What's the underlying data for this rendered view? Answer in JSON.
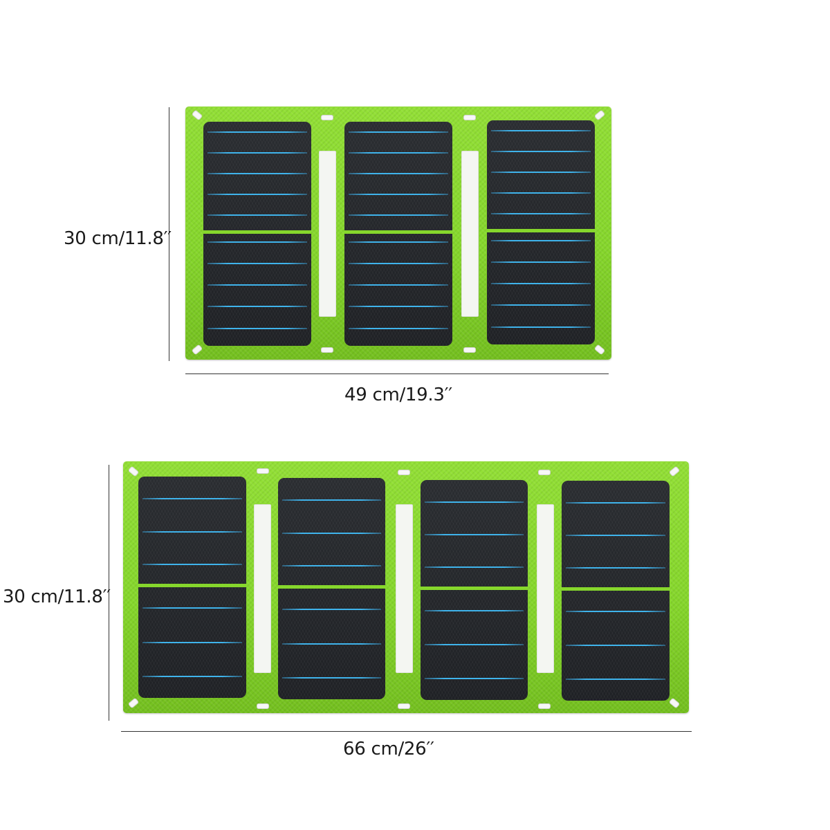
{
  "colors": {
    "panel_green": "#86d72c",
    "panel_green_light": "#93e036",
    "panel_green_dark": "#74c01f",
    "cell_dark": "#24272b",
    "busbar_blue": "#3fb4ec"
  },
  "panels": [
    {
      "id": "three-fold",
      "panel_count": 3,
      "height_label": "30 cm/11.8′′",
      "width_label": "49 cm/19.3′′"
    },
    {
      "id": "four-fold",
      "panel_count": 4,
      "height_label": "30 cm/11.8′′",
      "width_label": "66 cm/26′′"
    }
  ]
}
